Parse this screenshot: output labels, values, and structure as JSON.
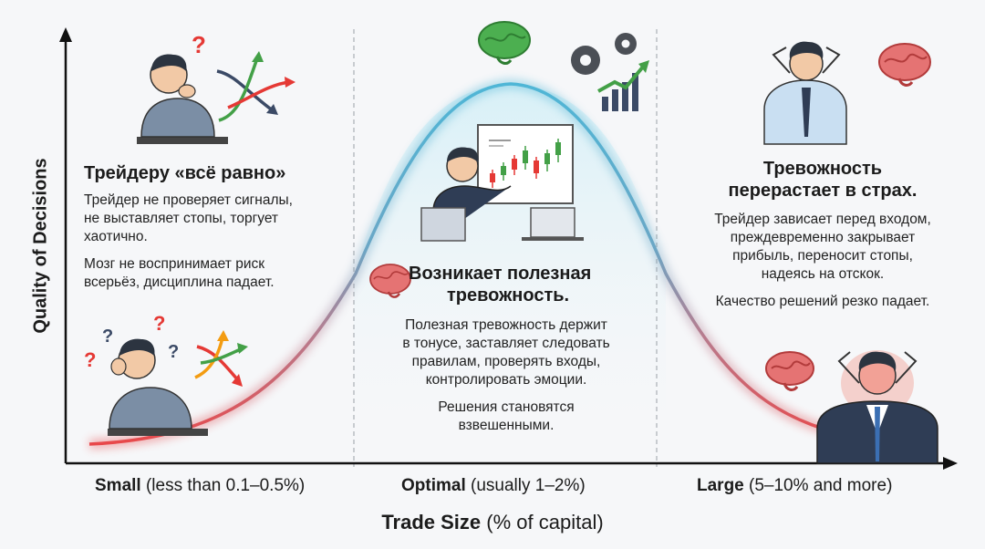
{
  "chart_data": {
    "type": "line",
    "x_axis_title": {
      "bold": "Trade Size",
      "rest": " (% of capital)"
    },
    "y_axis_title": "Quality of Decisions",
    "categories": [
      {
        "name": "Small",
        "detail": " (less than 0.1–0.5%)"
      },
      {
        "name": "Optimal",
        "detail": " (usually 1–2%)"
      },
      {
        "name": "Large",
        "detail": " (5–10% and more)"
      }
    ],
    "curve": {
      "shape": "bell",
      "quality_by_category": [
        "low",
        "high",
        "low"
      ],
      "colors": {
        "low": "#e8484a",
        "high": "#4fb6d6"
      }
    }
  },
  "panels": {
    "small": {
      "title": "Трейдеру «всё равно»",
      "p1": [
        "Трейдер не проверяет сигналы,",
        "не выставляет стопы, торгует",
        "хаотично."
      ],
      "p2": [
        "Мозг не воспринимает риск",
        "всерьёз, дисциплина падает."
      ]
    },
    "optimal": {
      "title": [
        "Возникает полезная",
        "тревожность."
      ],
      "p1": [
        "Полезная тревожность держит",
        "в тонусе, заставляет следовать",
        "правилам, проверять входы,",
        "контролировать эмоции."
      ],
      "p2": [
        "Решения становятся",
        "взвешенными."
      ]
    },
    "large": {
      "title": [
        "Тревожность",
        "перерастает в страх."
      ],
      "p1": [
        "Трейдер зависает перед входом,",
        "преждевременно закрывает",
        "прибыль, переносит стопы,",
        "надеясь на отскок."
      ],
      "p2": [
        "Качество решений резко падает."
      ]
    }
  },
  "icons": {
    "question_marks": "?",
    "brain_colors": {
      "calm": "#4caf50",
      "anxious": "#e57373"
    }
  }
}
